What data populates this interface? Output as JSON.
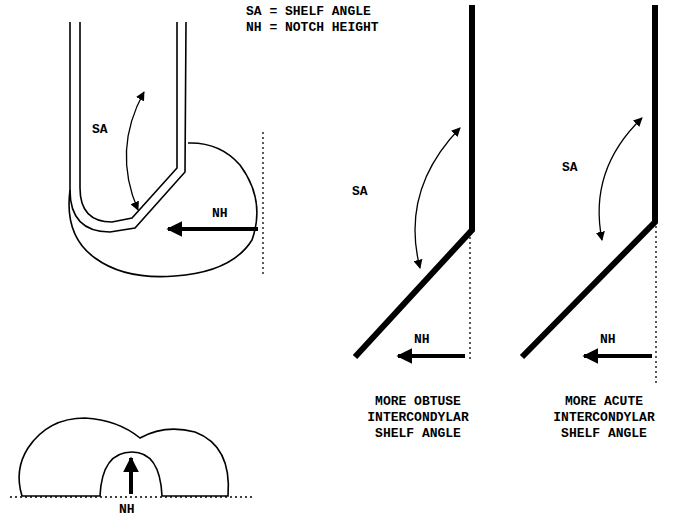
{
  "diagram": {
    "labels": [
      "SA = SHELF ANGLE",
      "NH = NOTCH HEIGHT",
      "SA",
      "NH",
      "NH",
      "SA",
      "NH",
      "MORE OBTUSE INTERCONDYLAR SHELF ANGLE",
      "SA",
      "NH",
      "MORE ACUTE INTERCONDYLAR SHELF ANGLE"
    ]
  }
}
